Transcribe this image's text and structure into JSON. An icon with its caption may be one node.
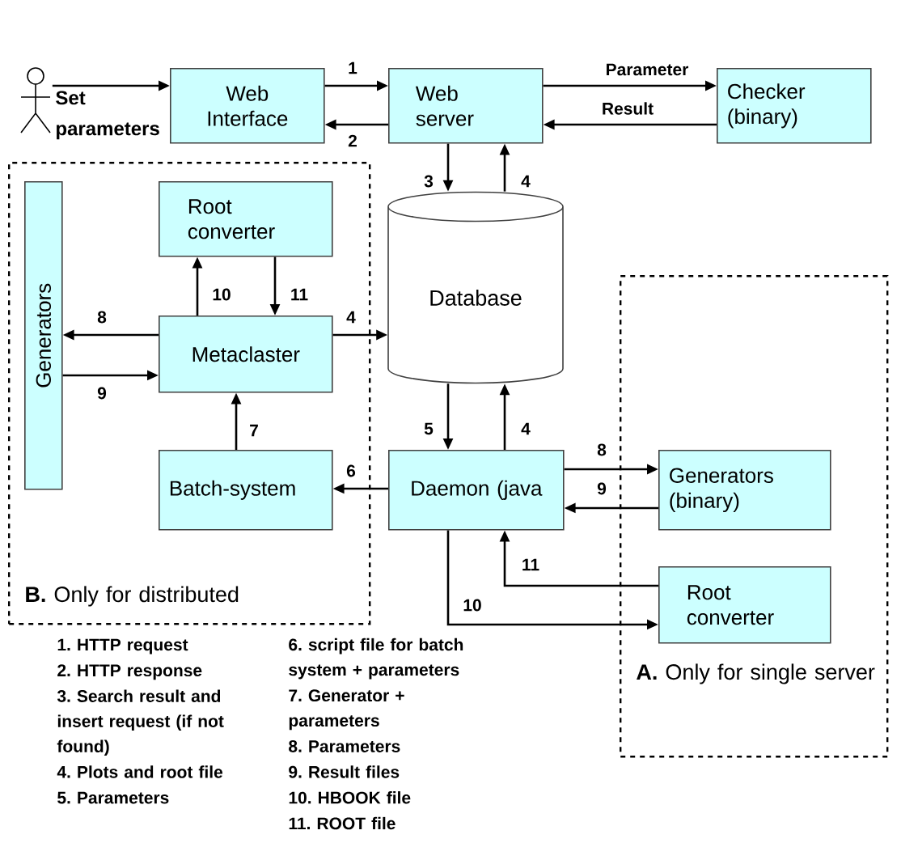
{
  "diagram": {
    "nodes": [
      {
        "text": [],
        "shape": "person",
        "beside": [
          "Set parameters"
        ]
      },
      {
        "text": [
          "Web Interface"
        ]
      },
      {
        "text": [
          "Web server"
        ]
      },
      {
        "text": [
          "Checker (binary)"
        ]
      },
      {
        "text": [
          "**B.** Only for distributed"
        ]
      },
      {
        "text": [
          "Generators"
        ],
        "in": 4
      },
      {
        "text": [
          "Root converter"
        ],
        "in": 4
      },
      {
        "text": [
          "Metaclaster"
        ],
        "in": 4
      },
      {
        "text": [
          "Batch-system"
        ],
        "in": 4
      },
      {
        "text": [
          "Database"
        ]
      },
      {
        "text": [
          "Daemon (java"
        ]
      },
      {
        "text": [
          "**A.** Only for single server"
        ]
      },
      {
        "text": [
          "Generators (binary)"
        ],
        "in": 11
      },
      {
        "text": [
          "Root converter"
        ],
        "in": 11
      }
    ],
    "edges": [
      {
        "from": 0,
        "to": 1,
        "arrow": "to"
      },
      {
        "from": 1,
        "to": 2,
        "arrow": "to",
        "label": "1"
      },
      {
        "from": 2,
        "to": 1,
        "arrow": "to",
        "label": "2"
      },
      {
        "from": 2,
        "to": 3,
        "arrow": "to",
        "label": "Parameter"
      },
      {
        "from": 3,
        "to": 2,
        "arrow": "to",
        "label": "Result"
      },
      {
        "from": 2,
        "to": 9,
        "arrow": "to",
        "label": "3"
      },
      {
        "from": 9,
        "to": 2,
        "arrow": "to",
        "label": "4"
      },
      {
        "from": 7,
        "to": 6,
        "arrow": "to",
        "label": "10"
      },
      {
        "from": 6,
        "to": 7,
        "arrow": "to",
        "label": "11"
      },
      {
        "from": 7,
        "to": 5,
        "arrow": "to",
        "label": "8"
      },
      {
        "from": 5,
        "to": 7,
        "arrow": "to",
        "label": "9"
      },
      {
        "from": 7,
        "to": 9,
        "arrow": "to",
        "label": "4"
      },
      {
        "from": 8,
        "to": 7,
        "arrow": "to",
        "label": "7"
      },
      {
        "from": 9,
        "to": 10,
        "arrow": "to",
        "label": "5"
      },
      {
        "from": 10,
        "to": 9,
        "arrow": "to",
        "label": "4"
      },
      {
        "from": 10,
        "to": 8,
        "arrow": "to",
        "label": "6"
      },
      {
        "from": 10,
        "to": 12,
        "arrow": "to",
        "label": "8"
      },
      {
        "from": 12,
        "to": 10,
        "arrow": "to",
        "label": "9"
      },
      {
        "from": 13,
        "to": 10,
        "arrow": "to",
        "label": "11"
      },
      {
        "from": 10,
        "to": 13,
        "arrow": "to",
        "label": "10"
      }
    ],
    "labels": [
      "1. HTTP request",
      "2. HTTP response",
      "3. Search result and insert request (if not found)",
      "4. Plots and root file",
      "5. Parameters",
      "6. script file for batch system + parameters",
      "7. Generator + parameters",
      "8. Parameters",
      "9. Result files",
      "10. HBOOK file",
      "11. ROOT file"
    ]
  }
}
